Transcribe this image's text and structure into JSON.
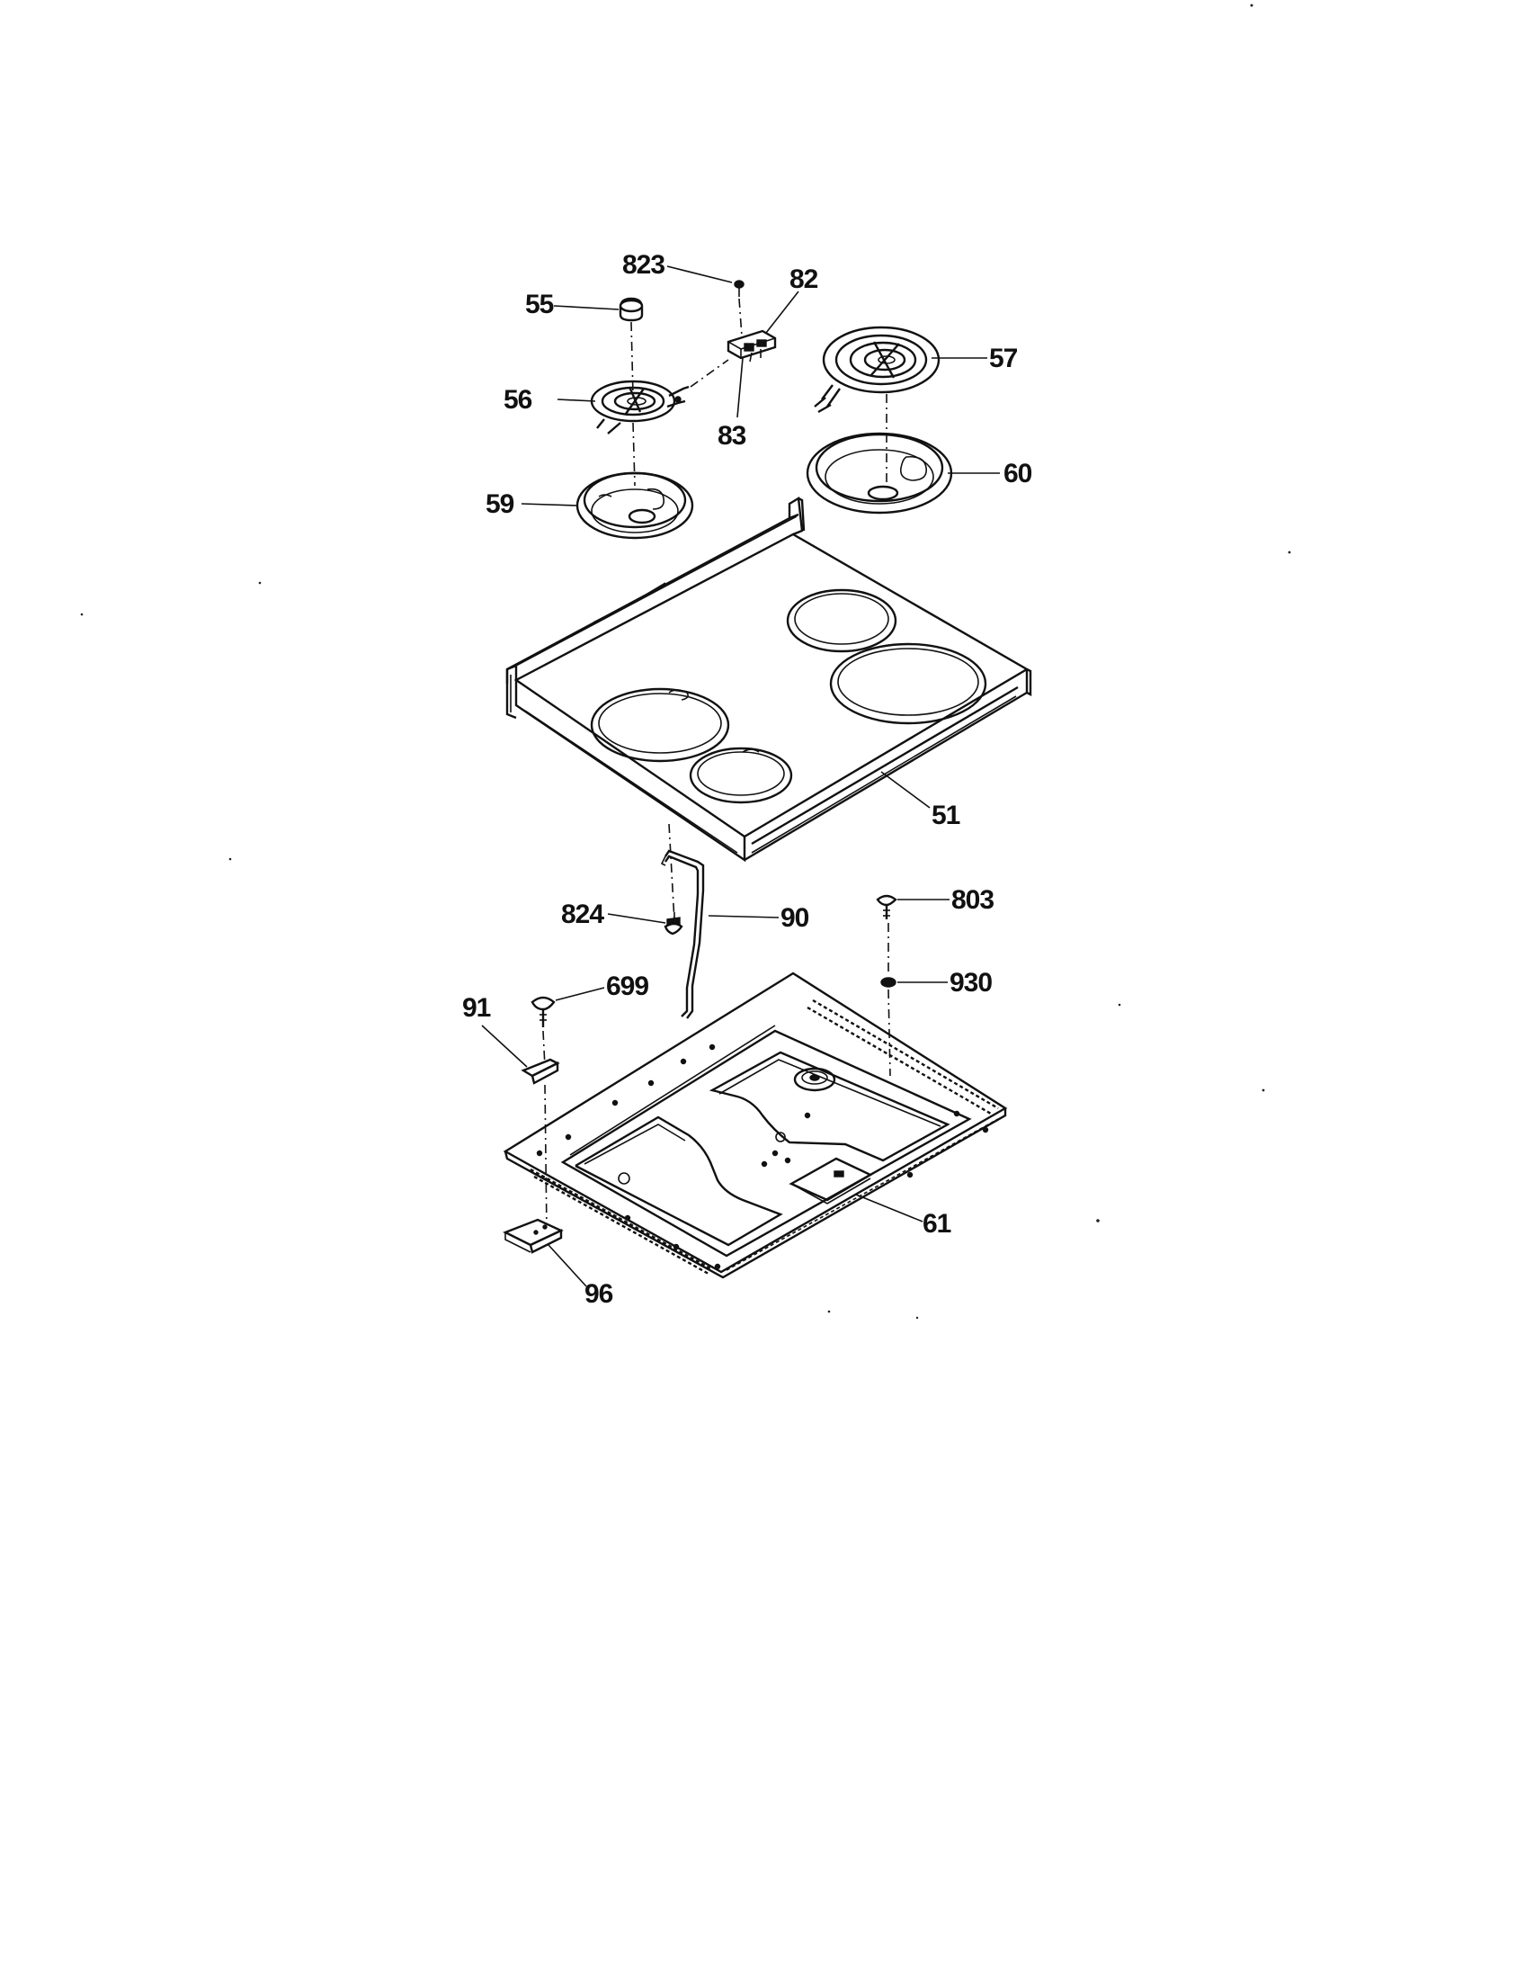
{
  "labels": {
    "l823": "823",
    "l82": "82",
    "l55": "55",
    "l57": "57",
    "l56": "56",
    "l83": "83",
    "l59": "59",
    "l60": "60",
    "l51": "51",
    "l824": "824",
    "l90": "90",
    "l803": "803",
    "l930": "930",
    "l91": "91",
    "l699": "699",
    "l61": "61",
    "l96": "96"
  },
  "colors": {
    "ink": "#111111",
    "paper": "#ffffff"
  }
}
